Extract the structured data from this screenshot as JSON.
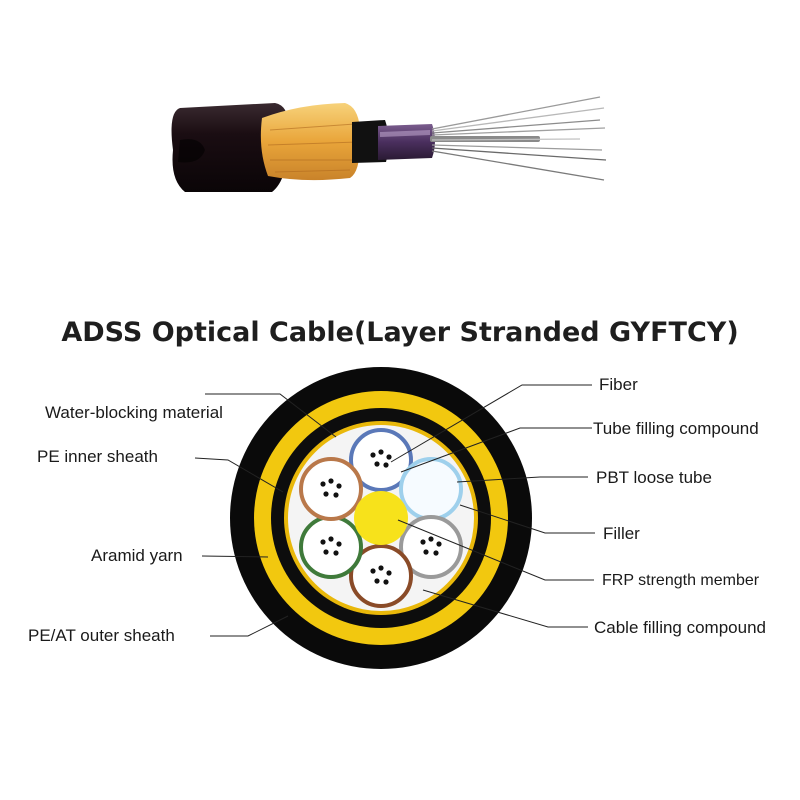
{
  "diagram": {
    "title": "ADSS Optical Cable(Layer Stranded GYFTCY)",
    "colors": {
      "outer_sheath": "#0a0a0a",
      "aramid": "#f2c80f",
      "inner_sheath": "#0d0d0d",
      "core_background": "#f4f4f4",
      "frp": "#f7e21b",
      "tube_blue": "#5a78b8",
      "tube_lightblue": "#9ed0ec",
      "tube_gray": "#9a9a9a",
      "tube_brown": "#8a4b28",
      "tube_green": "#3f7a3a",
      "tube_orange": "#b9784a",
      "jacket": "#1b0f14",
      "yarn": "#f0b64a"
    },
    "labels_left": [
      "Water-blocking material",
      "PE inner sheath",
      "Aramid yarn",
      "PE/AT outer sheath"
    ],
    "labels_right": [
      "Fiber",
      "Tube filling compound",
      "PBT loose tube",
      "Filler",
      "FRP strength member",
      "Cable filling compound"
    ]
  }
}
